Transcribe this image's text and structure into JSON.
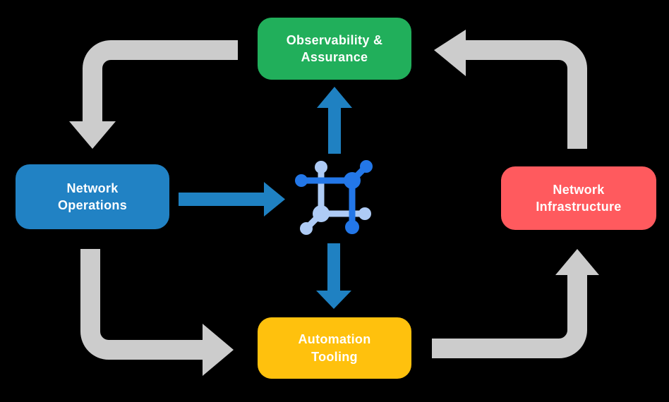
{
  "diagram": {
    "title": "Network automation lifecycle diagram",
    "nodes": {
      "observability": {
        "label": "Observability &\nAssurance",
        "color": "#21AF5B"
      },
      "operations": {
        "label": "Network\nOperations",
        "color": "#2182C4"
      },
      "infrastructure": {
        "label": "Network\nInfrastructure",
        "color": "#FF5A5E"
      },
      "automation": {
        "label": "Automation\nTooling",
        "color": "#FFC10D"
      }
    },
    "colors": {
      "background": "#000000",
      "arrow_gray": "#CCCCCC",
      "arrow_blue": "#1F81C2",
      "icon_dark_blue": "#2377E8",
      "icon_light_blue": "#AECBF5",
      "text": "#FFFFFF"
    },
    "icon": {
      "name": "network-mesh-icon"
    },
    "flows": {
      "gray_cycle": [
        "observability-to-operations",
        "operations-to-automation",
        "automation-to-infrastructure",
        "infrastructure-to-observability"
      ],
      "blue": [
        "operations-to-hub",
        "hub-to-observability",
        "hub-to-automation"
      ]
    }
  }
}
